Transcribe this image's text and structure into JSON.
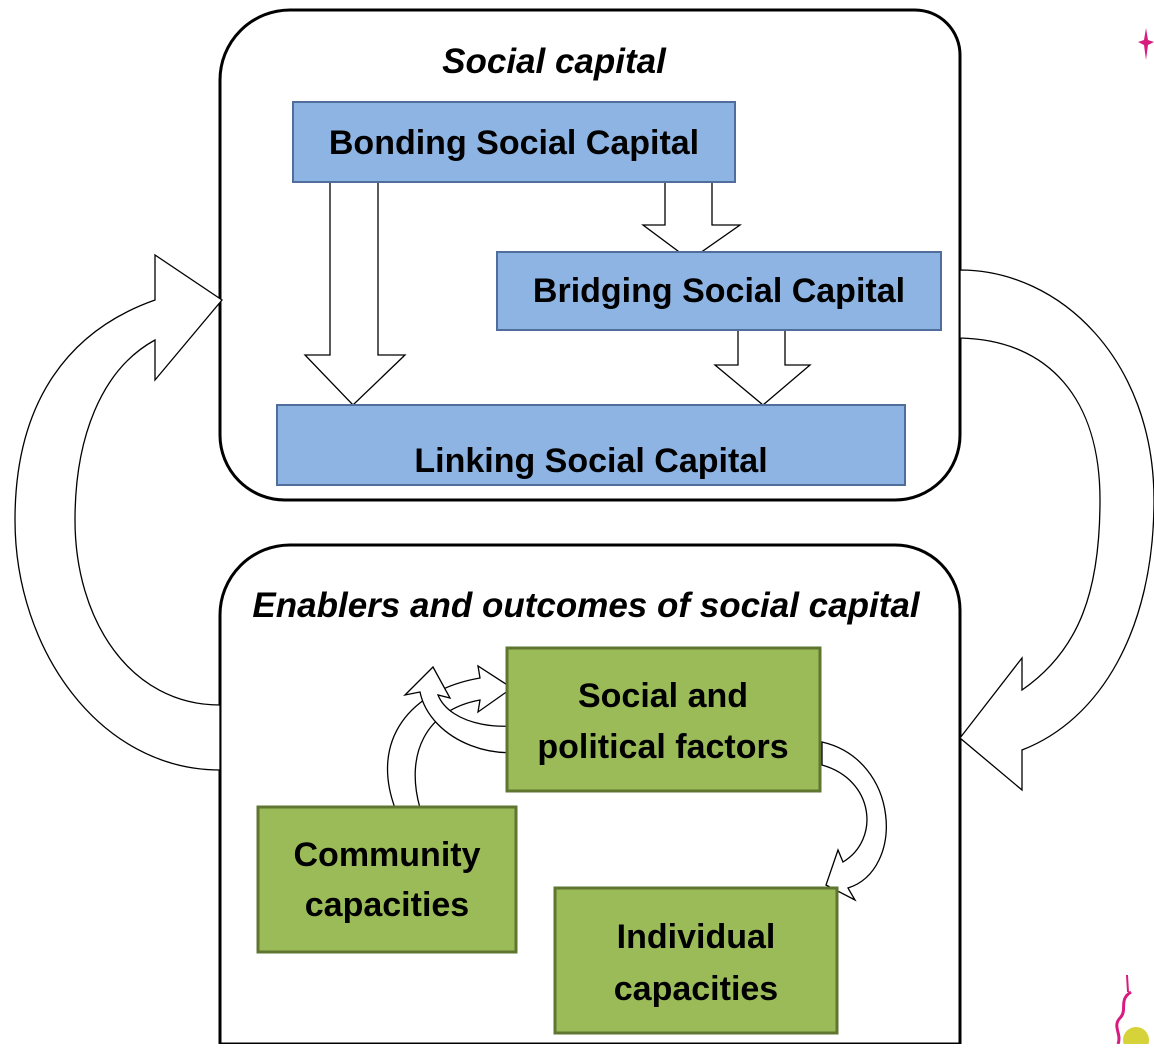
{
  "panels": {
    "top": {
      "title": "Social capital"
    },
    "bottom": {
      "title": "Enablers and outcomes of social capital"
    }
  },
  "capital_boxes": {
    "bonding": "Bonding Social Capital",
    "bridging": "Bridging Social Capital",
    "linking": "Linking Social Capital"
  },
  "cycle_boxes": {
    "social_political": [
      "Social and",
      "political factors"
    ],
    "community": [
      "Community",
      "capacities"
    ],
    "individual": [
      "Individual",
      "capacities"
    ]
  },
  "colors": {
    "blue_box_fill": "#8EB4E3",
    "blue_box_stroke": "#4F6E9B",
    "green_box_fill": "#9BBB59",
    "green_box_stroke": "#5F7530",
    "outline": "#000000",
    "arrow_fill": "#FFFFFF",
    "deco_pink": "#D81B7E",
    "deco_yellow": "#D6D23A"
  }
}
